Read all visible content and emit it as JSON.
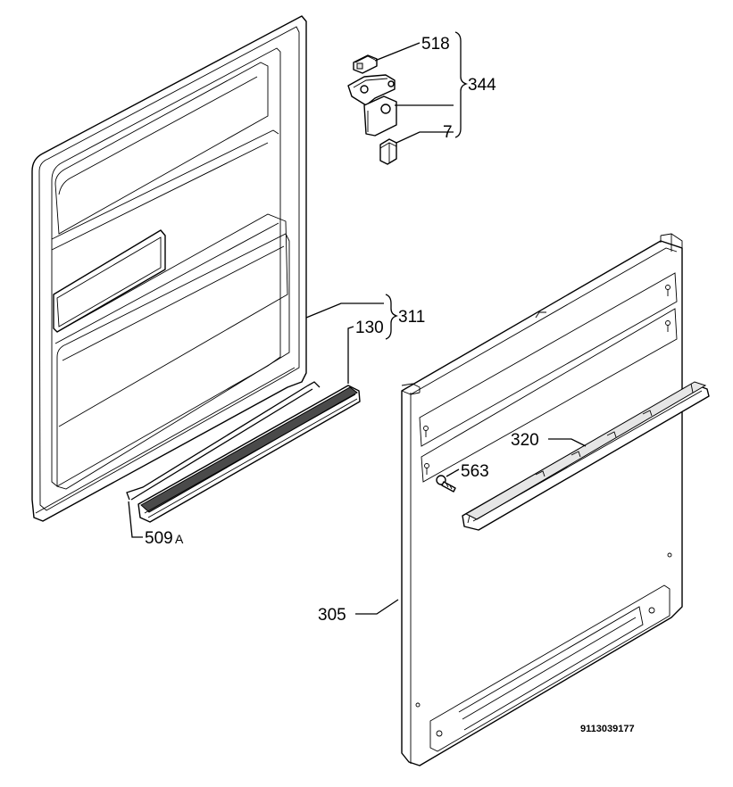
{
  "labels": {
    "p518": "518",
    "p344": "344",
    "p7": "7",
    "p130": "130",
    "p311": "311",
    "p509": "509",
    "p509_suffix": "A",
    "p320": "320",
    "p563": "563",
    "p305": "305"
  },
  "drawing_number": "9113039177"
}
